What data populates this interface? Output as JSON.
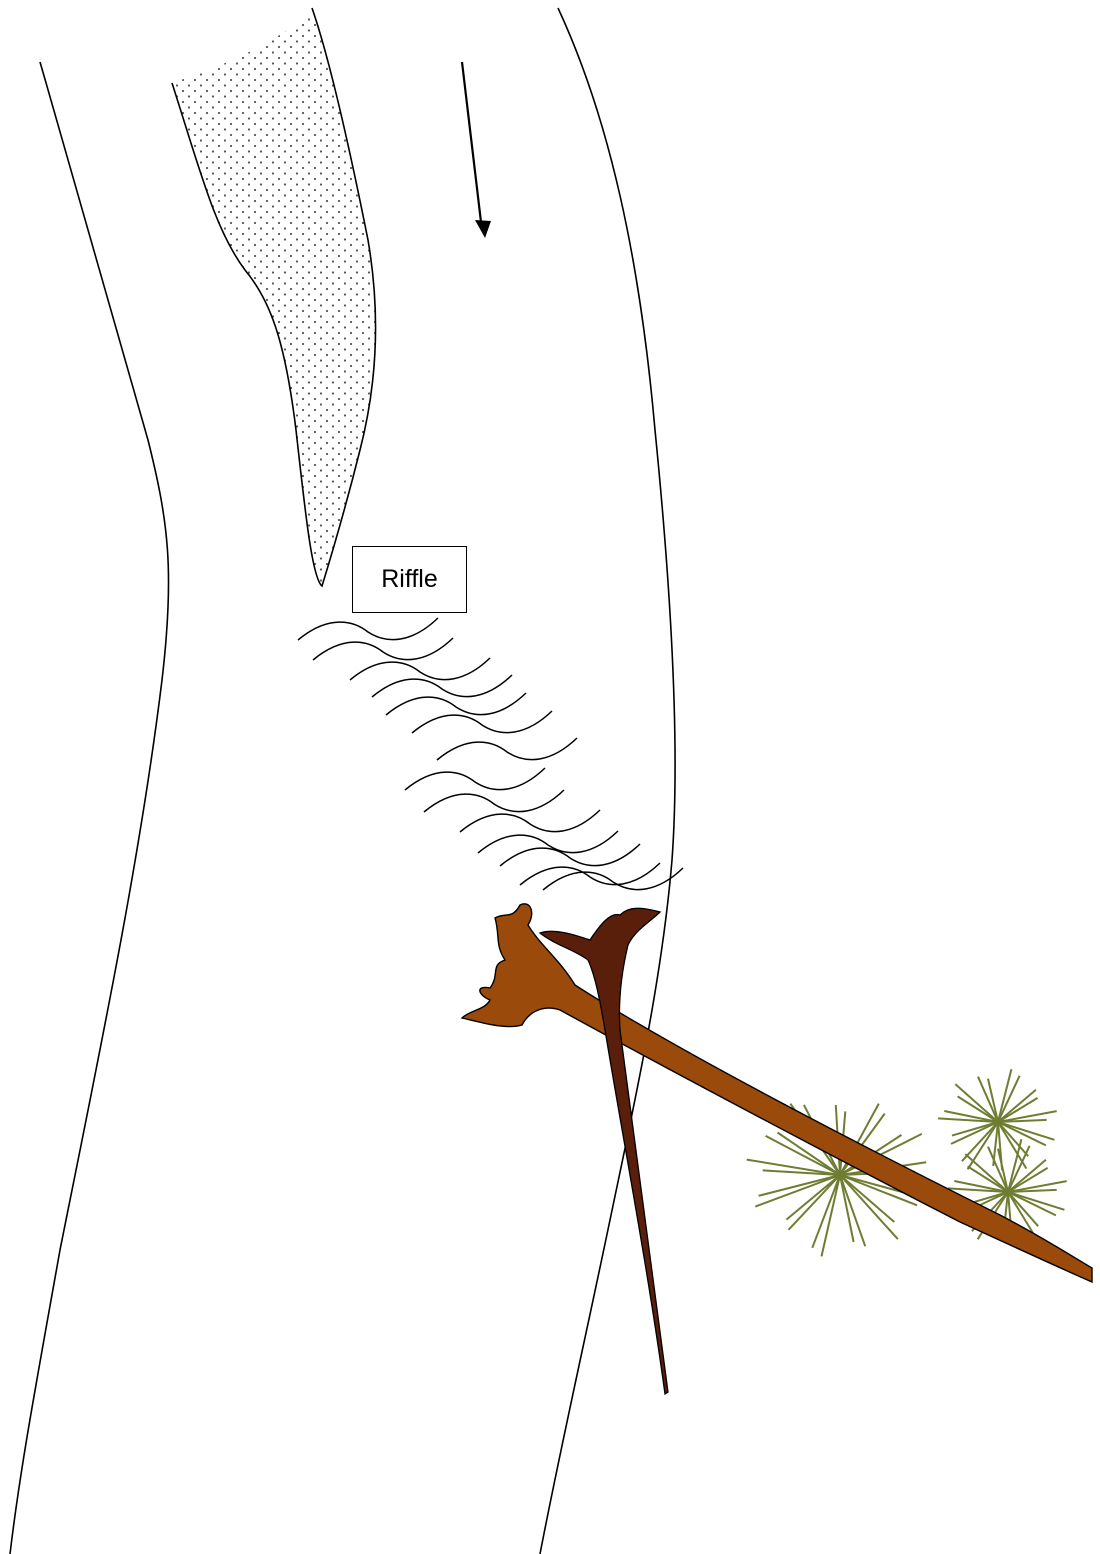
{
  "labels": {
    "riffle": "Riffle"
  },
  "icons": {
    "flow_direction": "down-arrow-icon",
    "gravel_bar": "stippled-bar",
    "riffle_waves": "wave-marks",
    "woody_debris": "fallen-tree",
    "foliage": "pine-needle-clusters"
  },
  "colors": {
    "bank_line": "#000000",
    "gravel_dots": "#555555",
    "log_main": "#9a4a0a",
    "log_dark": "#5a1f0a",
    "foliage": "#6f7d33",
    "background": "#ffffff"
  }
}
